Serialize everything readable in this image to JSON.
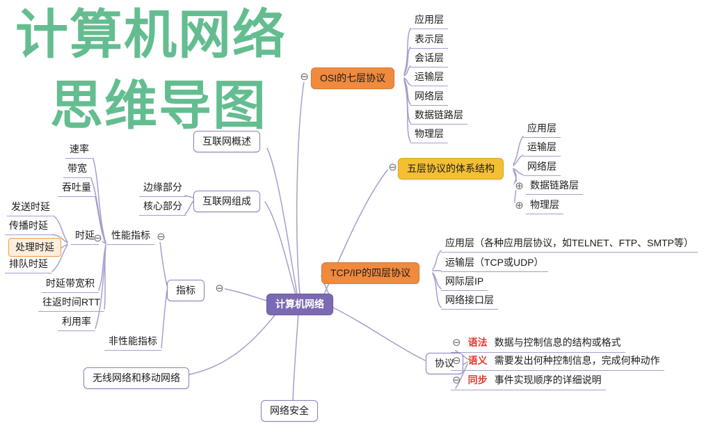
{
  "title": {
    "line1": "计算机网络",
    "line2": "思维导图"
  },
  "icons": {
    "collapse": "⊖",
    "expand": "⊕"
  },
  "colors": {
    "title_green": "#64bd90",
    "root_purple": "#7b6ab3",
    "branch_orange": "#f08a3e",
    "branch_gold": "#f5bf33",
    "node_border_purple": "#8f7fc0",
    "line_purple": "#a89ccd",
    "term_red": "#e23b2e",
    "highlight_fill": "#fdeedd"
  },
  "root": {
    "label": "计算机网络"
  },
  "osi": {
    "label": "OSI的七层协议",
    "children": [
      "应用层",
      "表示层",
      "会话层",
      "运输层",
      "网络层",
      "数据链路层",
      "物理层"
    ]
  },
  "overview": {
    "label": "互联网概述"
  },
  "composition": {
    "label": "互联网组成",
    "children": [
      "边缘部分",
      "核心部分"
    ]
  },
  "five_layer": {
    "label": "五层协议的体系结构",
    "children": [
      "应用层",
      "运输层",
      "网络层",
      "数据链路层",
      "物理层"
    ]
  },
  "tcpip": {
    "label": "TCP/IP的四层协议",
    "children": [
      "应用层（各种应用层协议，如TELNET、FTP、SMTP等）",
      "运输层（TCP或UDP）",
      "网际层IP",
      "网络接口层"
    ]
  },
  "metrics": {
    "label": "指标",
    "performance": {
      "label": "性能指标",
      "children": [
        "速率",
        "带宽",
        "吞吐量",
        "时延带宽积",
        "往返时间RTT",
        "利用率"
      ],
      "delay": {
        "label": "时延",
        "children": [
          "发送时延",
          "传播时延",
          "处理时延",
          "排队时延"
        ]
      }
    },
    "non_performance": {
      "label": "非性能指标"
    }
  },
  "wireless": {
    "label": "无线网络和移动网络"
  },
  "security": {
    "label": "网络安全"
  },
  "protocol": {
    "label": "协议",
    "items": [
      {
        "term": "语法",
        "desc": "数据与控制信息的结构或格式"
      },
      {
        "term": "语义",
        "desc": "需要发出何种控制信息，完成何种动作"
      },
      {
        "term": "同步",
        "desc": "事件实现顺序的详细说明"
      }
    ]
  }
}
